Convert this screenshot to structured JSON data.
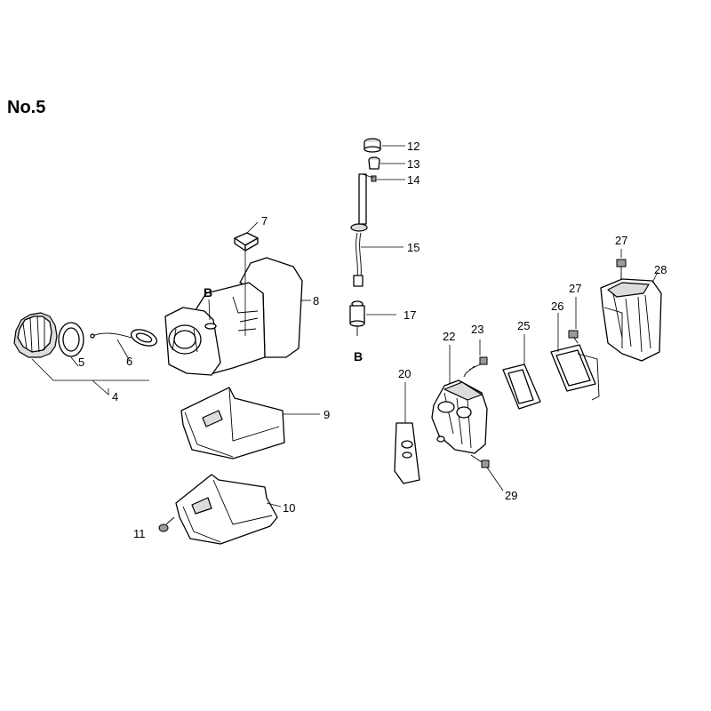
{
  "page": {
    "title": "No.5"
  },
  "refs": {
    "tank_port": "B",
    "filter_port": "B"
  },
  "callouts": {
    "p4": "4",
    "p5": "5",
    "p6": "6",
    "p7": "7",
    "p8": "8",
    "p9": "9",
    "p10": "10",
    "p11": "11",
    "p12": "12",
    "p13": "13",
    "p14": "14",
    "p15": "15",
    "p17": "17",
    "p20": "20",
    "p22": "22",
    "p23": "23",
    "p25": "25",
    "p26": "26",
    "p27a": "27",
    "p27b": "27",
    "p28": "28",
    "p29": "29"
  }
}
